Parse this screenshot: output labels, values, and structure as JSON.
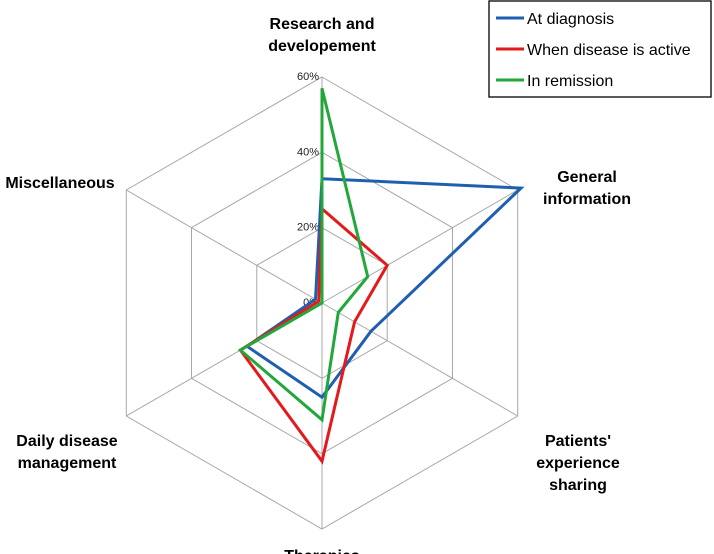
{
  "chart_data": {
    "type": "radar",
    "title": "",
    "categories": [
      "Research and developement",
      "General information",
      "Patients' experience sharing",
      "Therapies",
      "Daily disease management",
      "Miscellaneous"
    ],
    "category_lines": [
      [
        "Research and",
        "developement"
      ],
      [
        "General",
        "information"
      ],
      [
        "Patients'",
        "experience",
        "sharing"
      ],
      [
        "Therapies"
      ],
      [
        "Daily disease",
        "management"
      ],
      [
        "Miscellaneous"
      ]
    ],
    "r_ticks": [
      "0%",
      "20%",
      "40%",
      "60%"
    ],
    "r_range": [
      0,
      60
    ],
    "grid": true,
    "legend_position": "top-right",
    "series": [
      {
        "name": "At diagnosis",
        "color": "#1f5fb0",
        "values": [
          33,
          61,
          15,
          25,
          23,
          2
        ]
      },
      {
        "name": "When disease is active",
        "color": "#e3191b",
        "values": [
          25,
          20,
          10,
          42,
          25,
          1
        ]
      },
      {
        "name": "In remission",
        "color": "#22a83a",
        "values": [
          57,
          14,
          5,
          31,
          25,
          0
        ]
      }
    ]
  }
}
